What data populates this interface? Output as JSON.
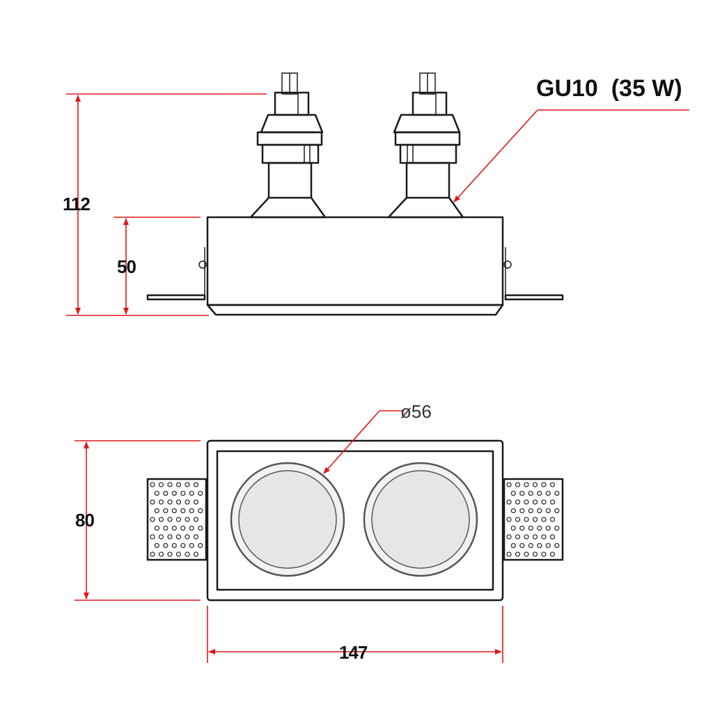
{
  "labels": {
    "lamp_type": "GU10  (35 W)",
    "diameter": "ø56"
  },
  "dimensions": {
    "total_height": "112",
    "body_height": "50",
    "width": "80",
    "length": "147"
  },
  "colors": {
    "dimension_line": "#e0161b",
    "outline": "#1a1a1a"
  }
}
